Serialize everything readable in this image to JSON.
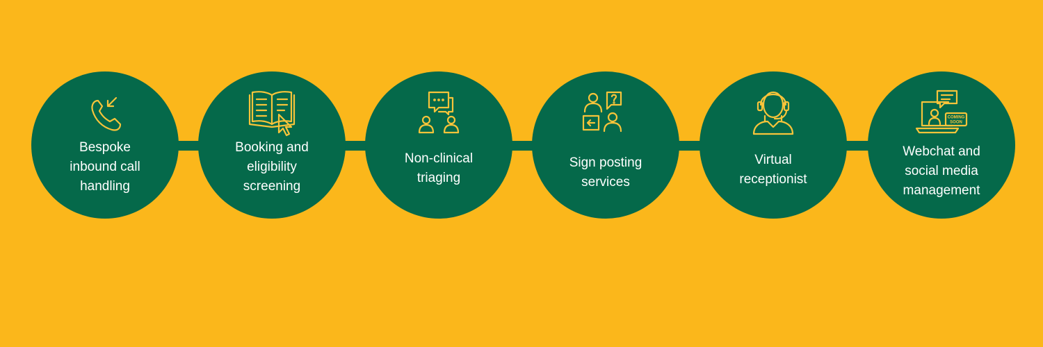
{
  "colors": {
    "background": "#FBB71B",
    "circle": "#05694A",
    "icon": "#F8C43A",
    "text": "#FFFFFF"
  },
  "services": [
    {
      "label": "Bespoke\ninbound call\nhandling",
      "icon": "phone-incoming-icon"
    },
    {
      "label": "Booking and\neligibility\nscreening",
      "icon": "open-book-cursor-icon"
    },
    {
      "label": "Non-clinical\ntriaging",
      "icon": "people-chat-icon"
    },
    {
      "label": "Sign posting\nservices",
      "icon": "people-question-sign-icon"
    },
    {
      "label": "Virtual\nreceptionist",
      "icon": "headset-receptionist-icon"
    },
    {
      "label": "Webchat and\nsocial media\nmanagement",
      "icon": "laptop-chat-coming-soon-icon",
      "badge": "COMING SOON"
    }
  ]
}
